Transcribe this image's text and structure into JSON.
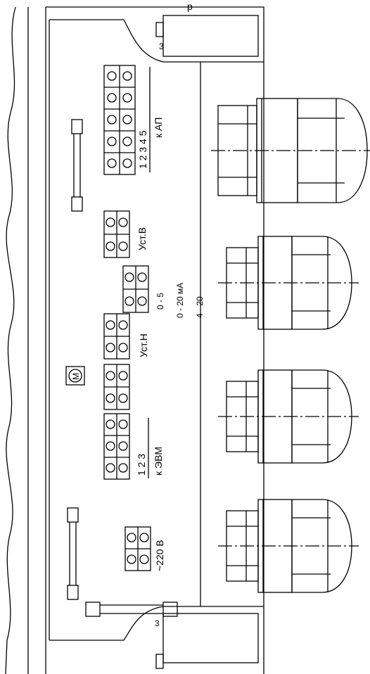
{
  "top_partial_char": "р",
  "connector_ap": {
    "numbers": "1  2  3  4  5",
    "caption": "к АП"
  },
  "connector_uv": {
    "label": "Уст.В"
  },
  "connector_un": {
    "label": "Уст.Н"
  },
  "range_labels": [
    "0 - 5",
    "0 - 20 мА",
    "4 - 20"
  ],
  "connector_evm": {
    "numbers": "1  2  3",
    "caption": "к ЭВМ"
  },
  "connector_power": {
    "label": "~220 В"
  },
  "indicator_symbol": "М",
  "side_mark": "3"
}
